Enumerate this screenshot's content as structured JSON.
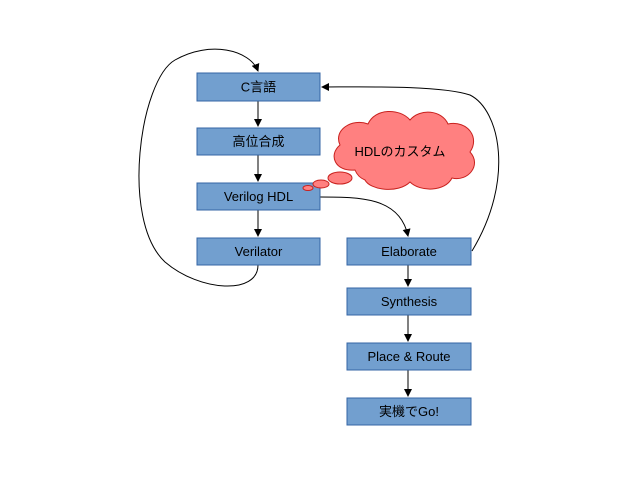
{
  "colors": {
    "box_fill": "#729fcf",
    "box_stroke": "#3465a4",
    "cloud_fill": "#ff8080",
    "cloud_stroke": "#c9211e",
    "arrow": "#000000"
  },
  "diagram": {
    "boxes": {
      "c_lang": "C言語",
      "hls": "高位合成",
      "verilog": "Verilog HDL",
      "verilator": "Verilator",
      "elaborate": "Elaborate",
      "synthesis": "Synthesis",
      "place_route": "Place & Route",
      "real_device": "実機でGo!"
    },
    "callout": "HDLのカスタム"
  }
}
